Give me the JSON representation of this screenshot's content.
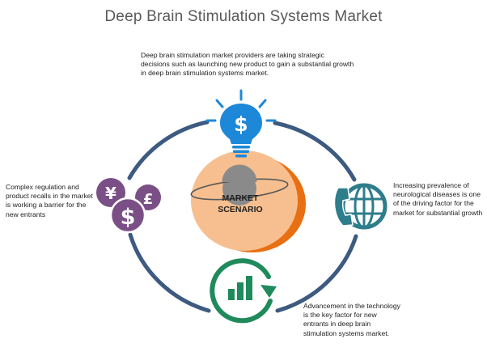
{
  "title": "Deep Brain Stimulation Systems Market",
  "center": {
    "line1": "MARKET",
    "line2": "SCENARIO"
  },
  "notes": {
    "top": "Deep brain stimulation market providers are taking strategic decisions such as launching new product to gain a substantial growth in deep brain stimulation systems market.",
    "left": "Complex regulation and product recalls in the market is working a barrier for the new entrants",
    "right": "Increasing prevalence of neurological diseases is one of the driving factor for the market for substantial growth",
    "bottom": "Advancement in the technology is the key factor for new entrants in deep brain stimulation systems market."
  },
  "icons": {
    "top": "lightbulb-dollar-icon",
    "left": "currency-coins-icon",
    "right": "globe-phone-icon",
    "bottom": "growth-chart-icon"
  },
  "colors": {
    "ring": "#3d5a80",
    "bulb": "#1e88d8",
    "coins": "#7a4f86",
    "globe": "#2e7d8c",
    "chart": "#1f8a5b",
    "center_fill": "#f7bf8f",
    "center_rim": "#e86f12",
    "planet": "#8a8a8a"
  }
}
